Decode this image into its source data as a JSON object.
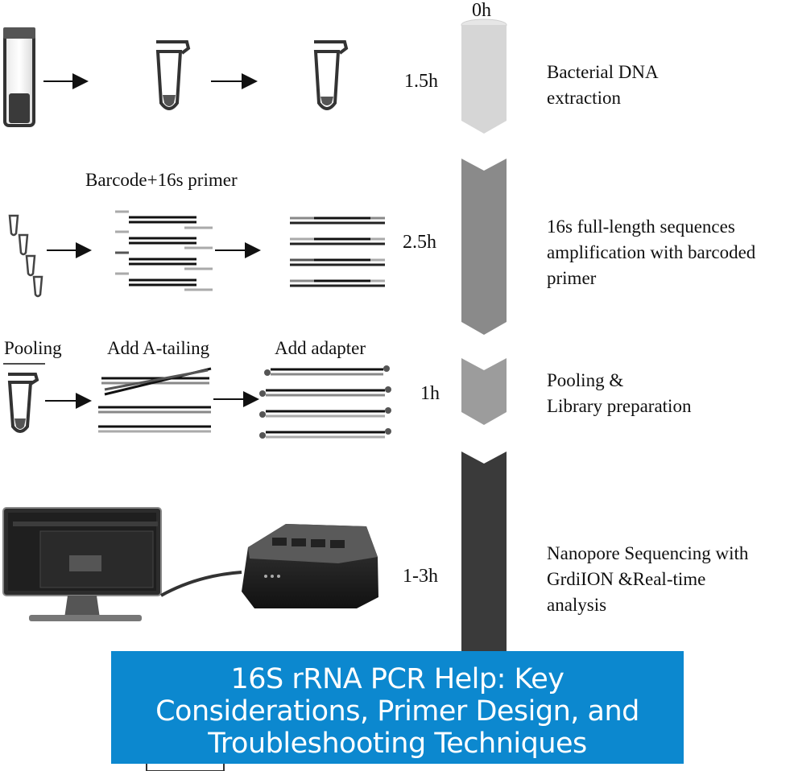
{
  "timeline": {
    "start_label": "0h",
    "colors": {
      "segment1": "#d6d6d6",
      "segment2": "#8a8a8a",
      "segment3": "#9c9c9c",
      "segment4": "#3a3a3a"
    }
  },
  "steps": [
    {
      "duration": "1.5h",
      "description": "Bacterial DNA\nextraction"
    },
    {
      "duration": "2.5h",
      "description": "16s full-length  sequences\namplification with barcoded\nprimer"
    },
    {
      "duration": "1h",
      "description": "Pooling &\nLibrary preparation"
    },
    {
      "duration": "1-3h",
      "description": "Nanopore Sequencing with\nGrdiION &Real-time\nanalysis"
    }
  ],
  "sublabels": {
    "barcode_primer": "Barcode+16s primer",
    "pooling": "Pooling",
    "a_tailing": "Add  A-tailing",
    "adapter": "Add  adapter"
  },
  "banner": {
    "text": "16S rRNA PCR Help: Key Considerations, Primer Design, and Troubleshooting Techniques",
    "color": "#0c88cf"
  }
}
